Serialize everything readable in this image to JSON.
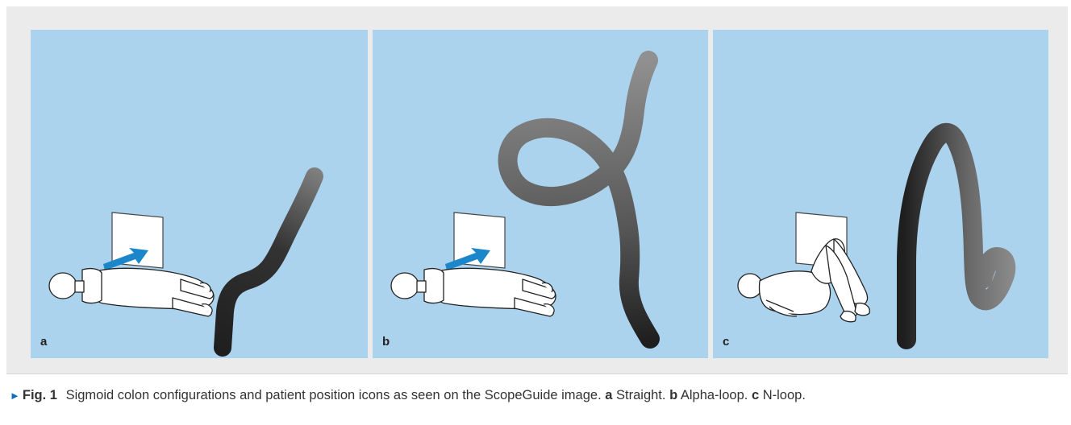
{
  "figure": {
    "panels": [
      {
        "letter": "a",
        "configuration": "straight",
        "patient_position": "supine-left-facing"
      },
      {
        "letter": "b",
        "configuration": "alpha-loop",
        "patient_position": "supine-left-facing"
      },
      {
        "letter": "c",
        "configuration": "N-loop",
        "patient_position": "supine-knees-bent"
      }
    ],
    "colors": {
      "frame_background": "#ebebeb",
      "panel_background": "#acd3ee",
      "arrow_blue": "#1b86c9",
      "caption_arrow": "#0a6ebd"
    }
  },
  "caption": {
    "fig_label": "Fig. 1",
    "text": "Sigmoid colon configurations and patient position icons as seen on the ScopeGuide image.",
    "parts": [
      {
        "letter": "a",
        "text": "Straight."
      },
      {
        "letter": "b",
        "text": "Alpha-loop."
      },
      {
        "letter": "c",
        "text": "N-loop."
      }
    ]
  }
}
